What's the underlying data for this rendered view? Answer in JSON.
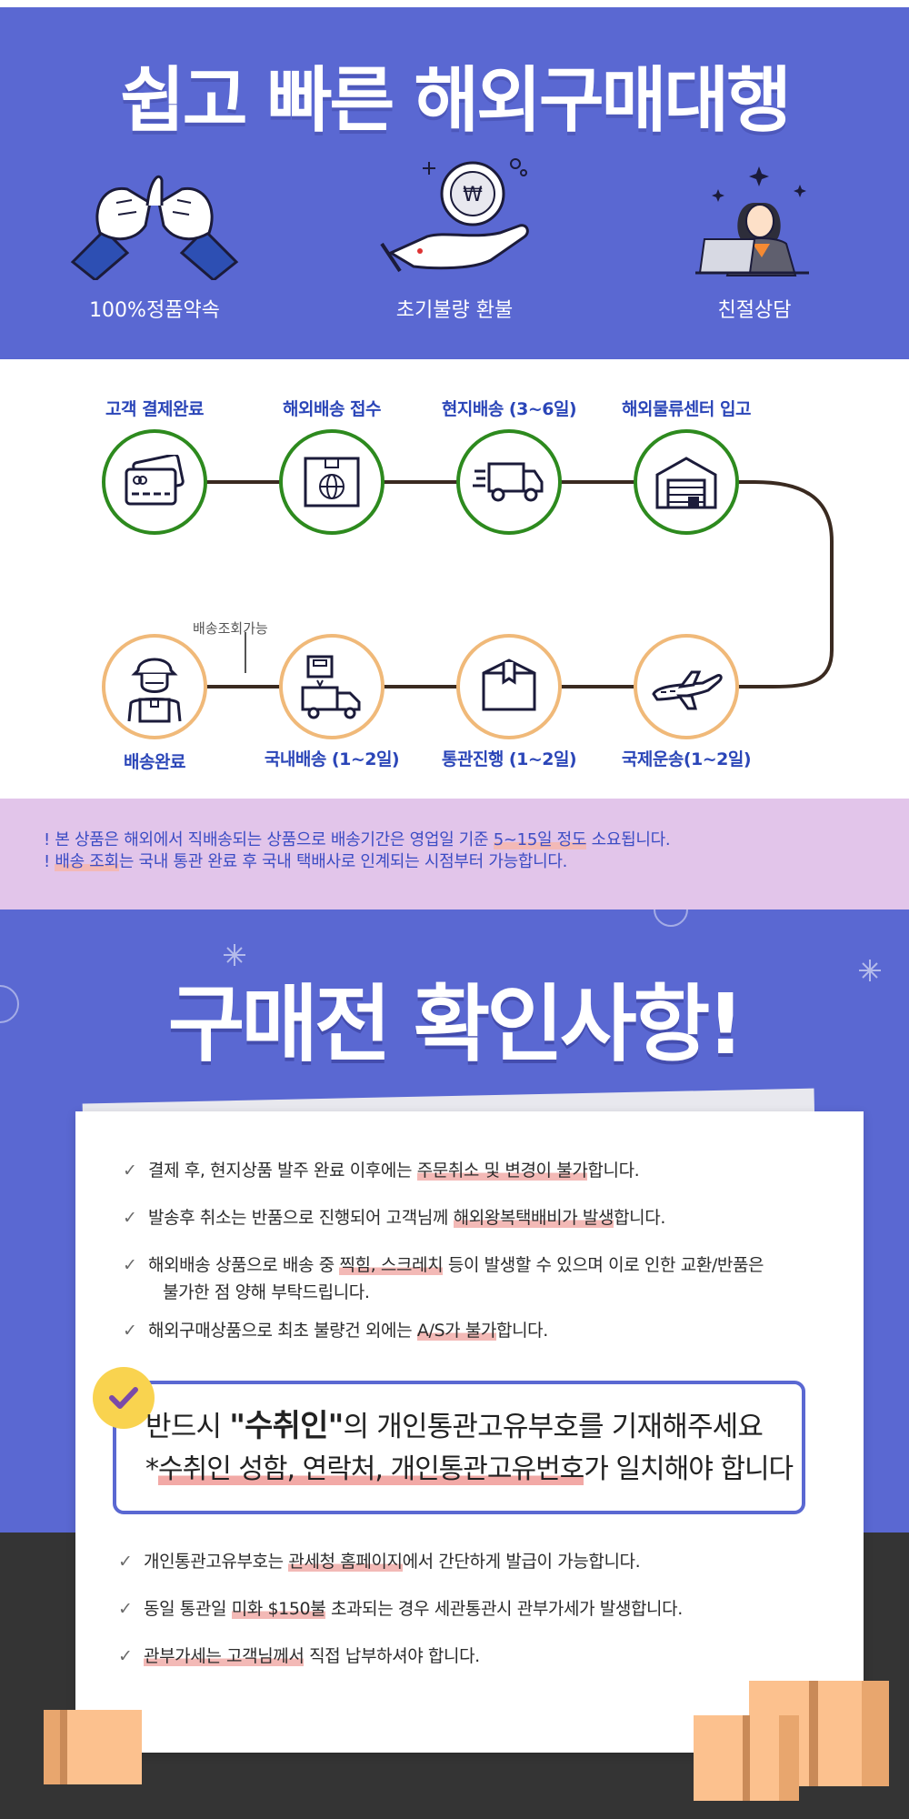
{
  "hero": {
    "title": "쉽고 빠른 해외구매대행",
    "features": [
      {
        "icon": "pinky-promise-icon",
        "label": "100%정품약속"
      },
      {
        "icon": "won-refund-hand-icon",
        "label": "초기불량 환불"
      },
      {
        "icon": "consultant-icon",
        "label": "친절상담"
      }
    ]
  },
  "process": {
    "steps": [
      {
        "label": "고객 결제완료",
        "icon": "credit-card-icon"
      },
      {
        "label": "해외배송 접수",
        "icon": "globe-box-icon"
      },
      {
        "label": "현지배송 (3~6일)",
        "icon": "delivery-truck-icon"
      },
      {
        "label": "해외물류센터 입고",
        "icon": "warehouse-icon"
      },
      {
        "label": "국제운송(1~2일)",
        "icon": "airplane-icon"
      },
      {
        "label": "통관진행 (1~2일)",
        "icon": "package-box-icon"
      },
      {
        "label": "국내배송 (1~2일)",
        "icon": "truck-with-box-icon"
      },
      {
        "label": "배송완료",
        "icon": "courier-person-icon"
      }
    ],
    "tracking_note": "배송조회가능"
  },
  "notice": {
    "line1_a": "! 본 상품은 해외에서 직배송되는 상품으로 배송기간은 영업일 기준 ",
    "line1_hl": "5~15일 정도",
    "line1_b": " 소요됩니다.",
    "line2_a": "! ",
    "line2_hl": "배송 조회",
    "line2_b": "는 국내 통관 완료 후 국내 택배사로 인계되는 시점부터 가능합니다."
  },
  "checklist": {
    "title": "구매전 확인사항!",
    "items_top": [
      {
        "a": "결제 후, 현지상품 발주 완료 이후에는 ",
        "hl": "주문취소 및 변경이 불가",
        "b": "합니다."
      },
      {
        "a": "발송후 취소는 반품으로 진행되어 고객님께  ",
        "hl": "해외왕복택배비가 발생",
        "b": "합니다."
      },
      {
        "a": "해외배송 상품으로 배송 중 ",
        "hl": "찍힘, 스크레치",
        "b": " 등이 발생할 수 있으며 이로 인한 교환/반품은",
        "sub": "불가한 점 양해 부탁드립니다."
      },
      {
        "a": "해외구매상품으로 최초 불량건 외에는 ",
        "hl": "A/S가 불가",
        "b": "합니다."
      }
    ],
    "must": {
      "line1_a": "반드시 ",
      "line1_b": "\"수취인\"",
      "line1_c": "의 개인통관고유부호를 기재해주세요",
      "line2_a": "*",
      "line2_hl": "수취인 성함, 연락처, 개인통관고유번호",
      "line2_b": "가 일치해야 합니다"
    },
    "items_bottom": [
      {
        "a": "개인통관고유부호는 ",
        "hl": "관세청 홈페이지",
        "b": "에서 간단하게 발급이 가능합니다."
      },
      {
        "a": "동일 통관일 ",
        "hl": "미화 $150불",
        "b": " 초과되는 경우 세관통관시 관부가세가 발생합니다."
      },
      {
        "a": "",
        "hl": "관부가세는 고객님께서",
        "b": " 직접 납부하셔야 합니다."
      }
    ]
  },
  "colors": {
    "brand_blue": "#5a68d2",
    "step_green": "#2d8a1e",
    "step_orange": "#f0b979",
    "notice_bg": "#e2c5ea",
    "highlight": "#f3b9b6",
    "check_badge": "#f9d34f",
    "dark_floor": "#343434"
  }
}
